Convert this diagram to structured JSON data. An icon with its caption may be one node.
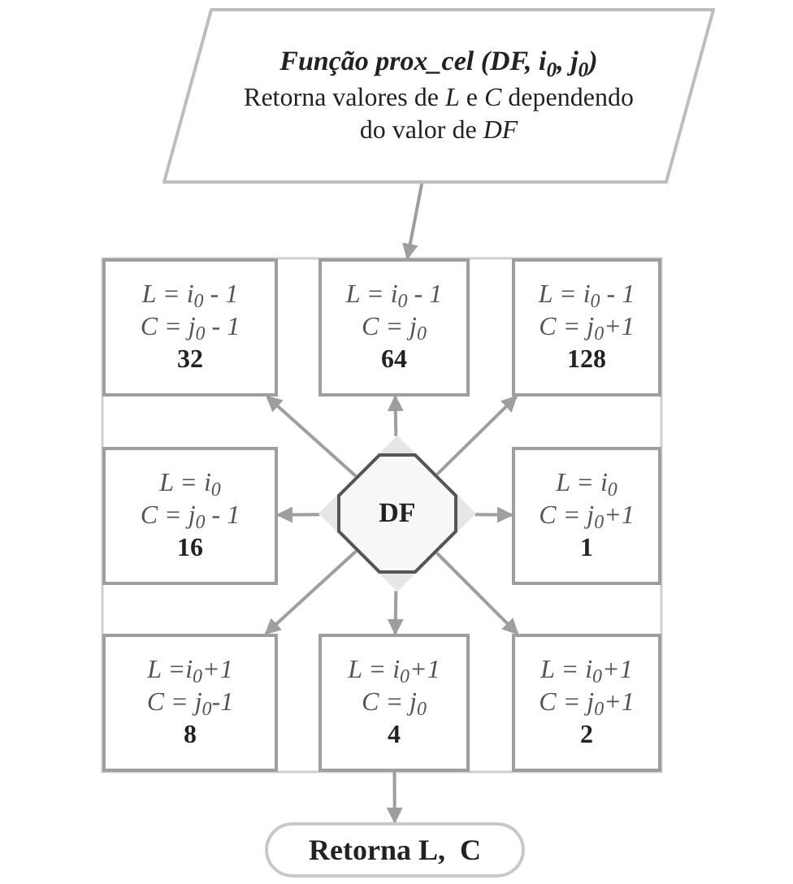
{
  "diagram": {
    "nodes": [
      {
        "text": [
          "Função prox_cel (DF, i$_{0}$, j$_{0}$)",
          "Retorna valores de *L* e *C* dependendo do valor de *DF*"
        ]
      },
      {
        "text": [
          "L = i$_{0}$ - 1",
          "C = j$_{0}$ - 1",
          "32"
        ]
      },
      {
        "text": [
          "L = i$_{0}$ - 1",
          "C = j$_{0}$",
          "64"
        ]
      },
      {
        "text": [
          "L = i$_{0}$ - 1",
          "C = j$_{0}$+1",
          "128"
        ]
      },
      {
        "text": [
          "L = i$_{0}$",
          "C = j$_{0}$ - 1",
          "16"
        ]
      },
      {
        "text": [
          "DF"
        ]
      },
      {
        "text": [
          "L = i$_{0}$",
          "C = j$_{0}$+1",
          "1"
        ]
      },
      {
        "text": [
          "L =i$_{0}$+1",
          "C = j$_{0}$-1",
          "8"
        ]
      },
      {
        "text": [
          "L = i$_{0}$+1",
          "C = j$_{0}$",
          "4"
        ]
      },
      {
        "text": [
          "L = i$_{0}$+1",
          "C = j$_{0}$+1",
          "2"
        ]
      },
      {
        "text": [
          "Retorna L,  C"
        ]
      }
    ],
    "edges": [
      {
        "from": 0,
        "to": 2,
        "arrow": "to"
      },
      {
        "from": 5,
        "to": 1,
        "arrow": "to"
      },
      {
        "from": 5,
        "to": 2,
        "arrow": "to"
      },
      {
        "from": 5,
        "to": 3,
        "arrow": "to"
      },
      {
        "from": 5,
        "to": 4,
        "arrow": "to"
      },
      {
        "from": 5,
        "to": 6,
        "arrow": "to"
      },
      {
        "from": 5,
        "to": 7,
        "arrow": "to"
      },
      {
        "from": 5,
        "to": 8,
        "arrow": "to"
      },
      {
        "from": 5,
        "to": 9,
        "arrow": "to"
      },
      {
        "from": 8,
        "to": 10,
        "arrow": "to"
      }
    ]
  }
}
